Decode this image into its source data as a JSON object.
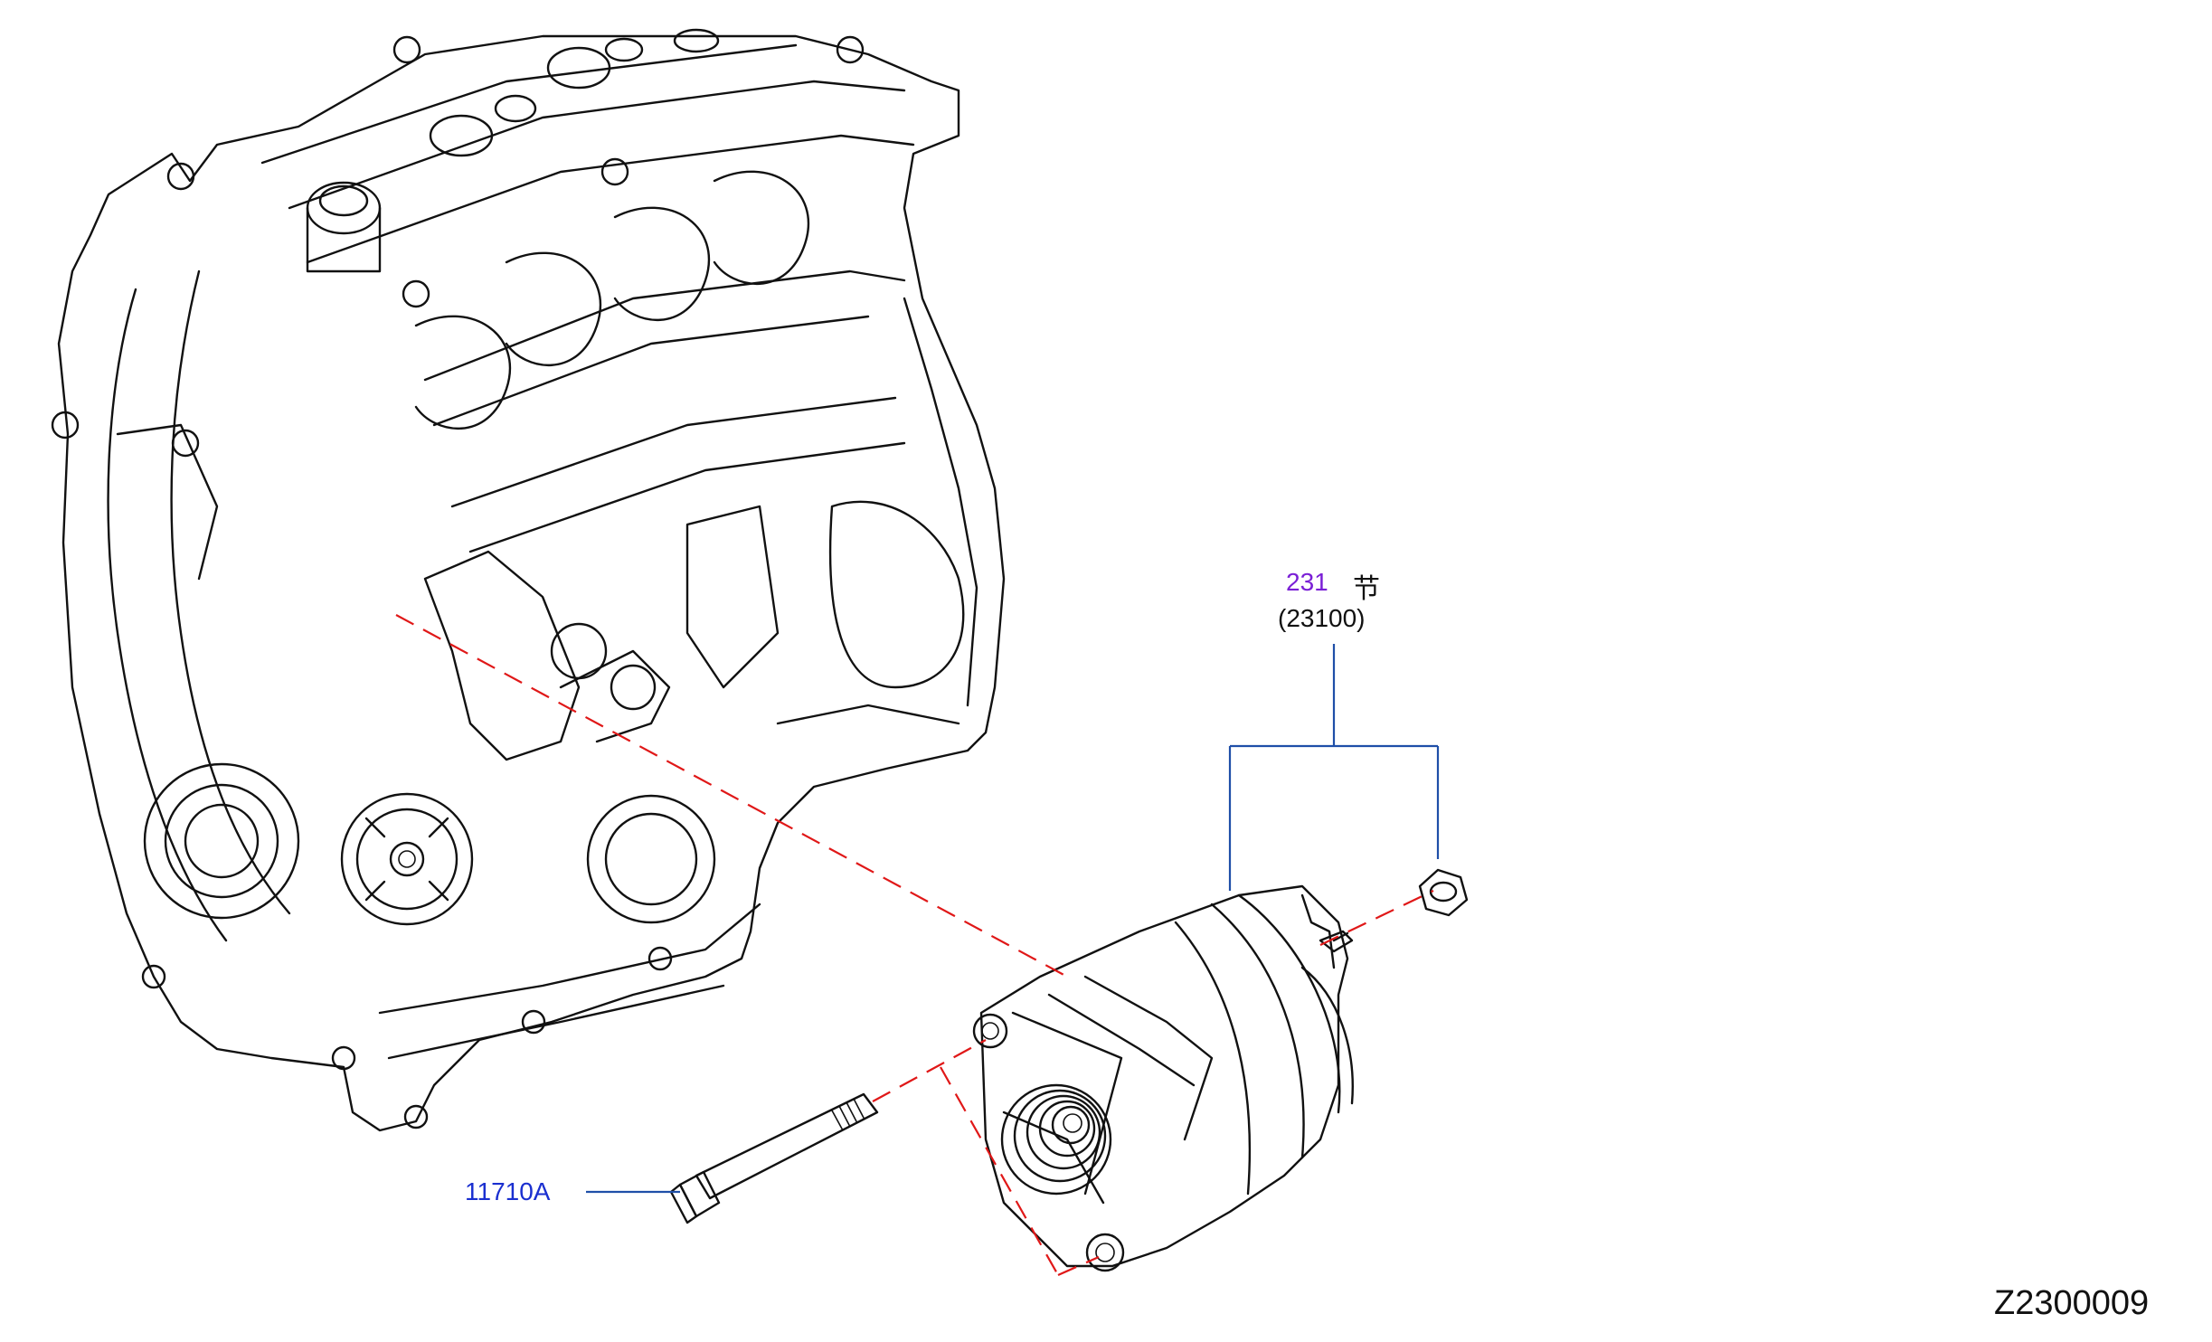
{
  "labels": {
    "section_number": "231",
    "section_char": "节",
    "section_part": "(23100)",
    "bolt_part": "11710A",
    "figure_code": "Z2300009"
  },
  "colors": {
    "section_number": "#7a1fd6",
    "bolt_part": "#1a2fd0",
    "leader_lines": "#1f4fa8",
    "dashed_guides": "#e01818",
    "line_art": "#111111"
  },
  "components": [
    "engine-block",
    "alternator",
    "mounting-bolt",
    "terminal-nut"
  ]
}
